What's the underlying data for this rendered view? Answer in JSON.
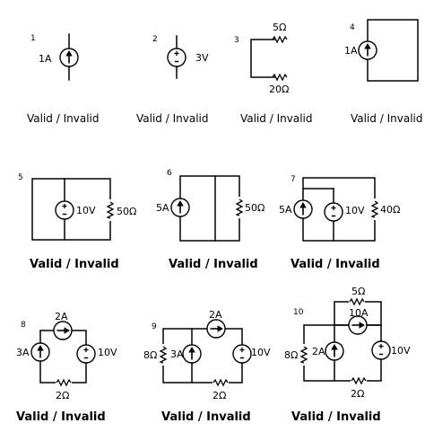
{
  "valid_invalid": "Valid / Invalid",
  "circuits": [
    {
      "number": "1",
      "source": "1A"
    },
    {
      "number": "2",
      "source": "3V"
    },
    {
      "number": "3",
      "r_top": "5Ω",
      "r_bottom": "20Ω"
    },
    {
      "number": "4",
      "source": "1A"
    },
    {
      "number": "5",
      "source": "10V",
      "resistor": "50Ω"
    },
    {
      "number": "6",
      "source": "5A",
      "resistor": "50Ω"
    },
    {
      "number": "7",
      "source_i": "5A",
      "source_v": "10V",
      "resistor": "40Ω"
    },
    {
      "number": "8",
      "src_left": "3A",
      "src_top": "2A",
      "src_right": "10V",
      "resistor": "2Ω"
    },
    {
      "number": "9",
      "r_left": "8Ω",
      "src_mid": "3A",
      "src_top": "2A",
      "src_right": "10V",
      "resistor": "2Ω"
    },
    {
      "number": "10",
      "r_top": "5Ω",
      "src_top": "10A",
      "r_left": "8Ω",
      "src_mid": "2A",
      "src_right": "10V",
      "resistor": "2Ω"
    }
  ]
}
